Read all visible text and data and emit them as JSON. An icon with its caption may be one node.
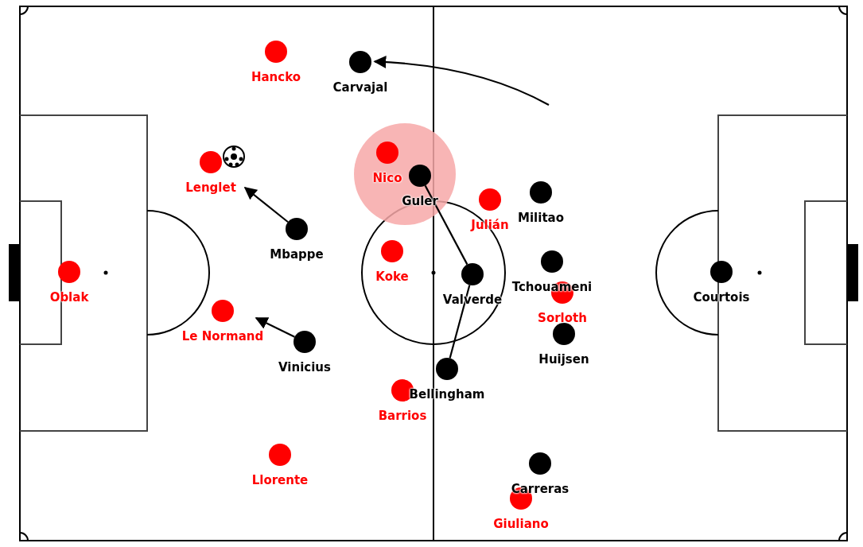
{
  "diagram": {
    "nodes": [
      {
        "text": [
          "Hancko"
        ]
      },
      {
        "text": [
          "Carvajal"
        ]
      },
      {
        "text": [
          "Lenglet"
        ]
      },
      {
        "text": [
          "Nico"
        ]
      },
      {
        "text": [
          "Guler"
        ]
      },
      {
        "text": [
          "Militao"
        ]
      },
      {
        "text": [
          "Julián"
        ]
      },
      {
        "text": [
          "Mbappe"
        ]
      },
      {
        "text": [
          "Koke"
        ]
      },
      {
        "text": [
          "Oblak"
        ]
      },
      {
        "text": [
          "Courtois"
        ]
      },
      {
        "text": [
          "Valverde"
        ]
      },
      {
        "text": [
          "Tchouameni"
        ]
      },
      {
        "text": [
          "Sorloth"
        ]
      },
      {
        "text": [
          "Le Normand"
        ]
      },
      {
        "text": [
          "Huijsen"
        ]
      },
      {
        "text": [
          "Vinicius"
        ]
      },
      {
        "text": [
          "Bellingham"
        ]
      },
      {
        "text": [
          "Barrios"
        ]
      },
      {
        "text": [
          "Llorente"
        ]
      },
      {
        "text": [
          "Carreras"
        ]
      },
      {
        "text": [
          "Giuliano"
        ]
      }
    ],
    "edges": [
      {
        "from": null,
        "to": 1,
        "arrow": "to"
      },
      {
        "from": 7,
        "to": 2,
        "arrow": "to"
      },
      {
        "from": 16,
        "to": 14,
        "arrow": "to"
      },
      {
        "from": 4,
        "to": 11,
        "arrow": "none"
      },
      {
        "from": 11,
        "to": 17,
        "arrow": "none"
      }
    ]
  }
}
